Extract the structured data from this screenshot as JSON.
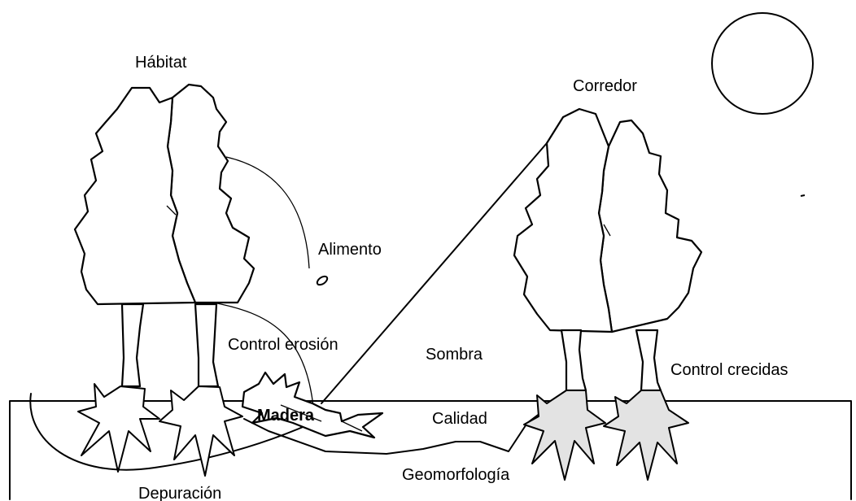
{
  "diagram": {
    "labels": {
      "habitat": "Hábitat",
      "corredor": "Corredor",
      "alimento": "Alimento",
      "control_erosion": "Control erosión",
      "sombra": "Sombra",
      "control_crecidas": "Control crecidas",
      "madera": "Madera",
      "calidad": "Calidad",
      "geomorfologia": "Geomorfología",
      "depuracion": "Depuración"
    }
  }
}
